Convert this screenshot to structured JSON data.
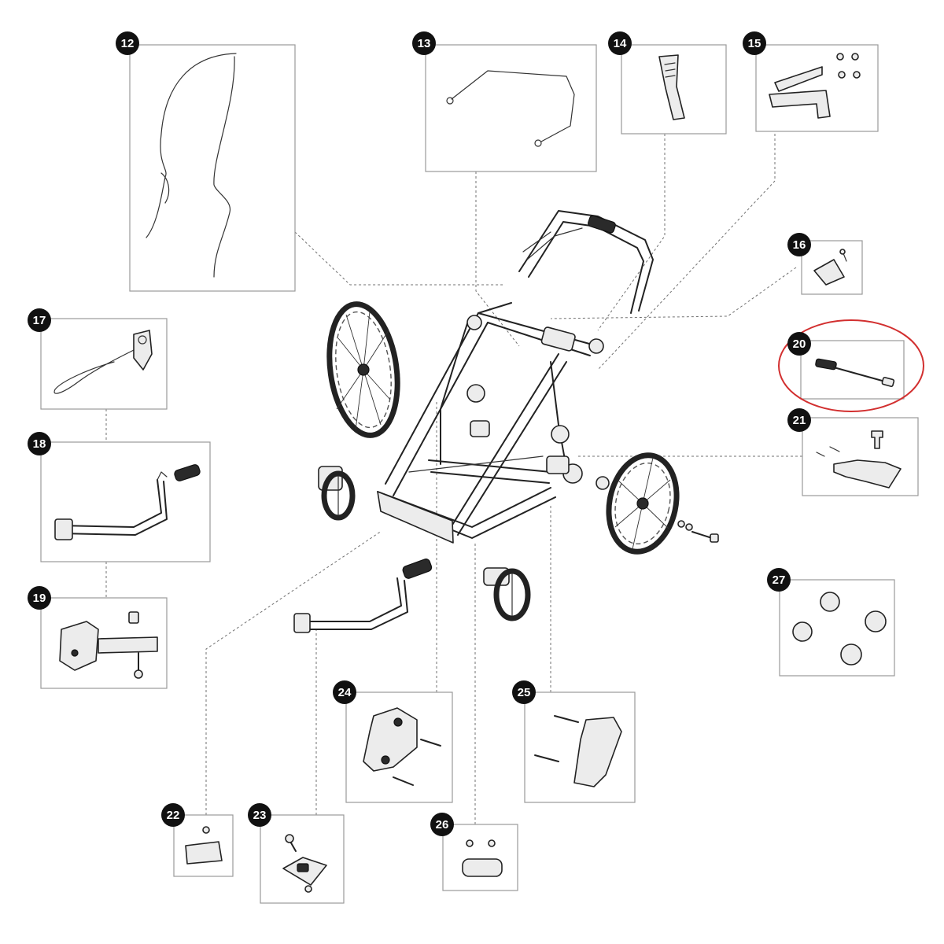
{
  "callouts": [
    {
      "id": "12",
      "label": "12"
    },
    {
      "id": "13",
      "label": "13"
    },
    {
      "id": "14",
      "label": "14"
    },
    {
      "id": "15",
      "label": "15"
    },
    {
      "id": "16",
      "label": "16"
    },
    {
      "id": "17",
      "label": "17"
    },
    {
      "id": "18",
      "label": "18"
    },
    {
      "id": "19",
      "label": "19"
    },
    {
      "id": "20",
      "label": "20"
    },
    {
      "id": "21",
      "label": "21"
    },
    {
      "id": "22",
      "label": "22"
    },
    {
      "id": "23",
      "label": "23"
    },
    {
      "id": "24",
      "label": "24"
    },
    {
      "id": "25",
      "label": "25"
    },
    {
      "id": "26",
      "label": "26"
    },
    {
      "id": "27",
      "label": "27"
    }
  ],
  "highlight": {
    "callout": "20",
    "color": "#d22f2f"
  },
  "colors": {
    "badge": "#111111",
    "badge_text": "#ffffff",
    "box_border": "#9a9a9a",
    "leader": "#707070"
  }
}
